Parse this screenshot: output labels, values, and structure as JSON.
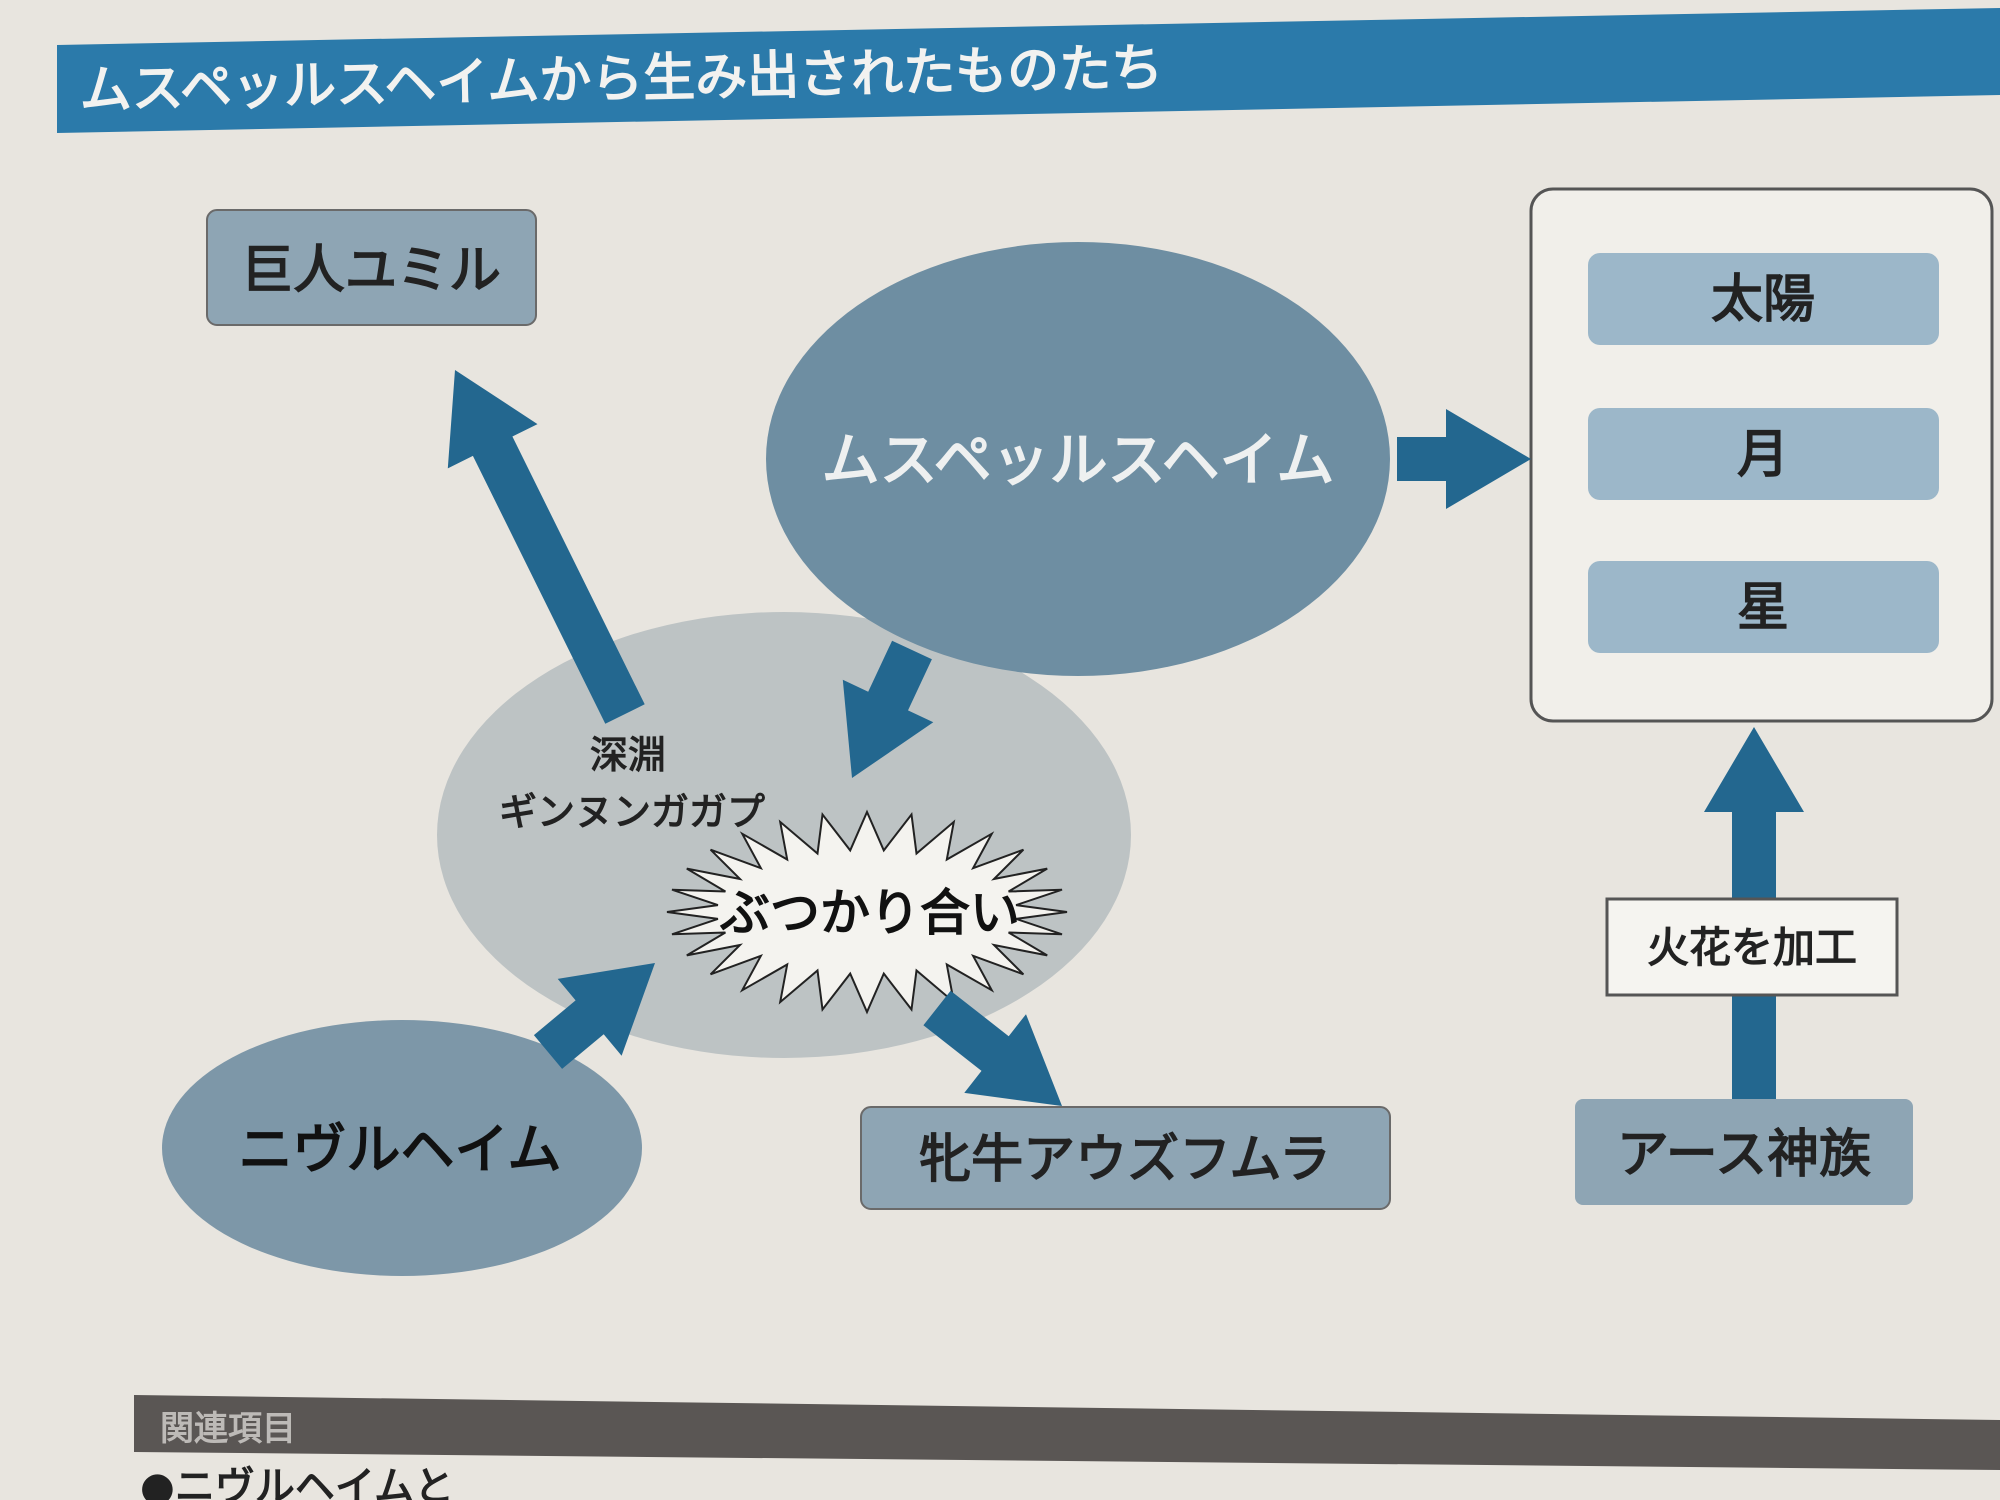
{
  "header": {
    "title": "ムスペッルスヘイムから生み出されたものたち"
  },
  "nodes": {
    "muspelheim": "ムスペッルスヘイム",
    "ymir": "巨人ユミル",
    "abyss_line1": "深淵",
    "abyss_line2": "ギンヌンガガプ",
    "clash": "ぶつかり合い",
    "niflheim": "ニヴルヘイム",
    "cow": "牝牛アウズフムラ",
    "aesir": "アース神族",
    "spark_process": "火花を加工",
    "celestial": [
      "太陽",
      "月",
      "星"
    ]
  },
  "footer": {
    "label": "関連項目",
    "bullet_text": "●ニヴルヘイムと"
  },
  "colors": {
    "header_blue": "#2b7aaa",
    "arrow_blue": "#23678f",
    "muspelheim_fill": "#6e8ea2",
    "abyss_fill": "#bdc3c4",
    "box_fill": "#8ea5b4",
    "celestial_fill": "#9cb7c9",
    "footer_bar": "#5a5654"
  }
}
